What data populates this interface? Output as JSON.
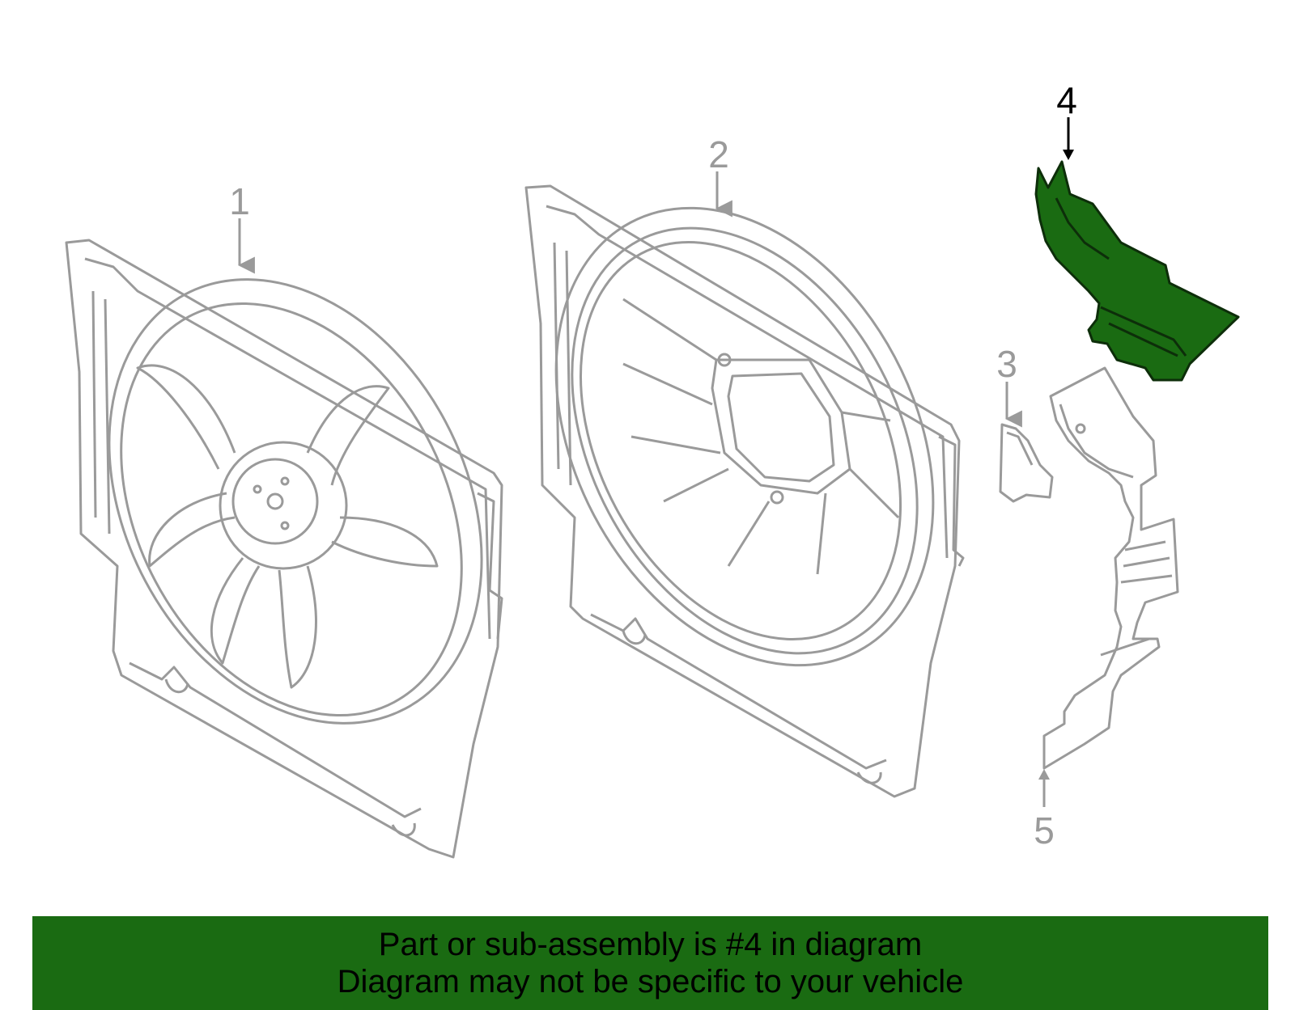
{
  "diagram": {
    "callouts": [
      {
        "id": "1",
        "label": "1"
      },
      {
        "id": "2",
        "label": "2"
      },
      {
        "id": "3",
        "label": "3"
      },
      {
        "id": "4",
        "label": "4",
        "highlighted": true
      },
      {
        "id": "5",
        "label": "5"
      }
    ],
    "colors": {
      "outline": "#9a9a9a",
      "highlight_fill": "#1a6b12",
      "highlight_stroke": "#0d2e0a",
      "banner": "#1a6b12"
    }
  },
  "banner": {
    "line1": "Part or sub-assembly is #4 in diagram",
    "line2": "Diagram may not be specific to your vehicle"
  }
}
